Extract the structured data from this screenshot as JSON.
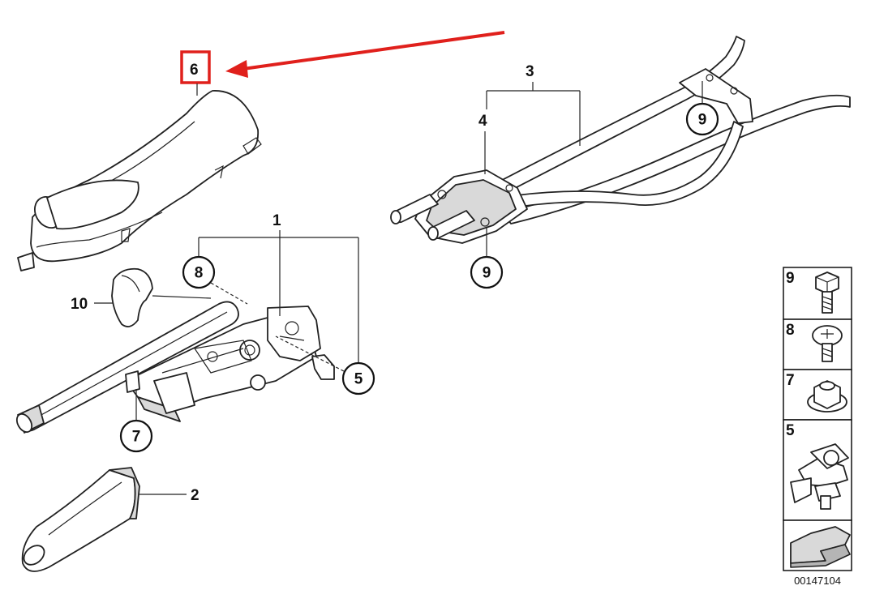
{
  "highlight_color": "#e0201c",
  "callouts": {
    "c1": "1",
    "c2": "2",
    "c3": "3",
    "c4": "4",
    "c5_bubble": "5",
    "c6_highlight": "6",
    "c7_bubble": "7",
    "c8_bubble": "8",
    "c9_top": "9",
    "c9_bottom": "9",
    "c10": "10"
  },
  "legend_panels": [
    {
      "number": "9",
      "icon": "hex-bolt-icon"
    },
    {
      "number": "8",
      "icon": "torx-screw-icon"
    },
    {
      "number": "7",
      "icon": "hex-nut-icon"
    },
    {
      "number": "5",
      "icon": "clip-nut-icon"
    },
    {
      "number": "",
      "icon": "arrow-panel-icon"
    }
  ],
  "diagram_code": "00147104"
}
